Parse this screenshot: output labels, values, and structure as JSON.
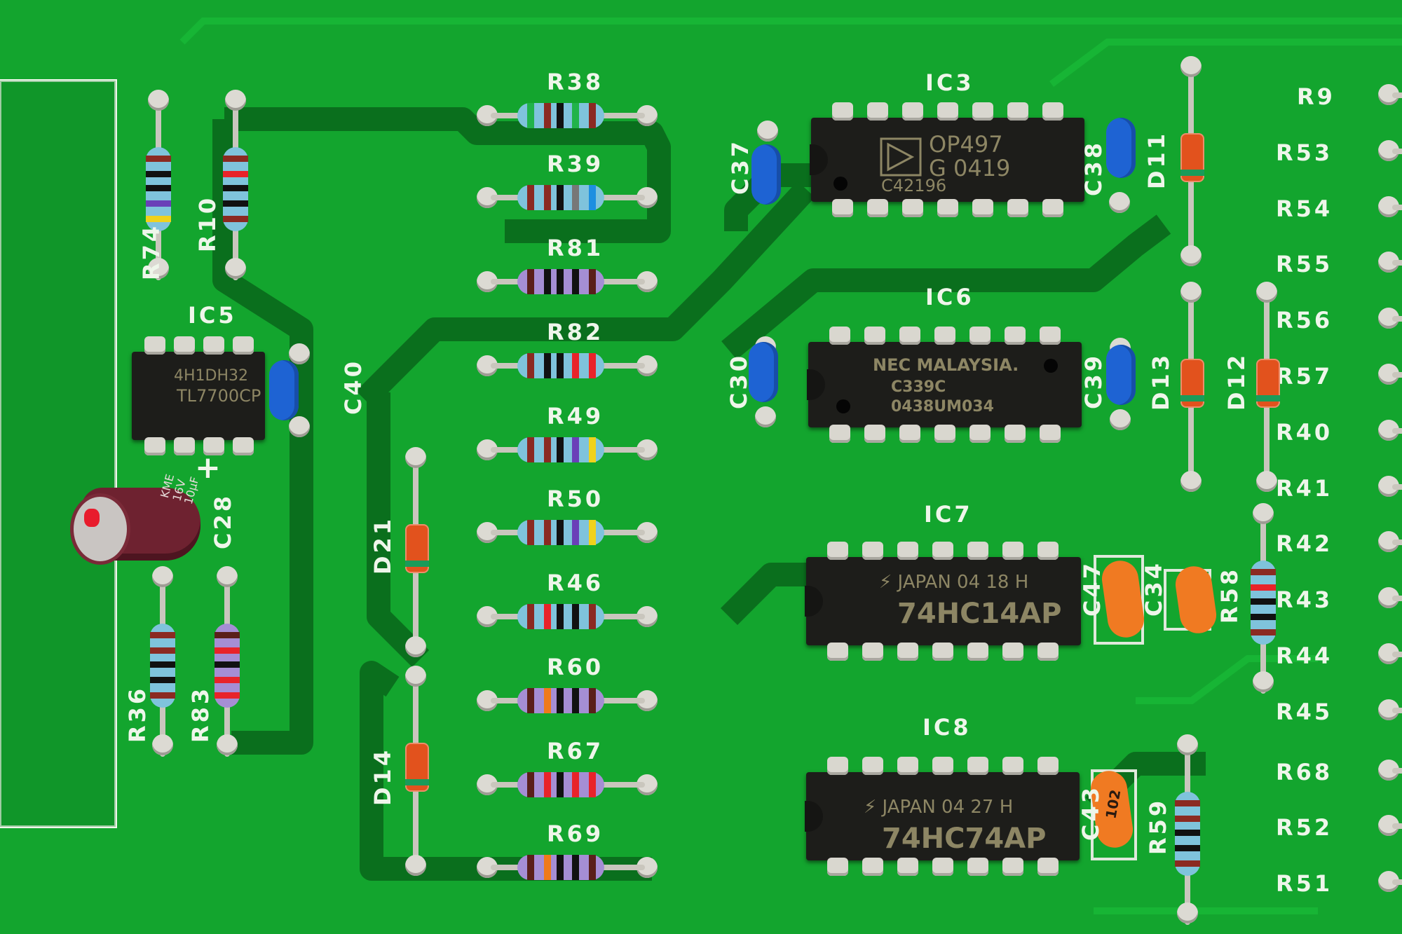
{
  "scene": {
    "subject": "Green printed circuit board close-up with through-hole components",
    "board_color": "#13a52e",
    "silkscreen_color": "#eef6ea"
  },
  "ics": [
    {
      "ref": "IC3",
      "marking": [
        "OP497",
        "G 0419",
        "C42196"
      ],
      "logo": "analog-devices-logo",
      "pins": 14
    },
    {
      "ref": "IC6",
      "marking": [
        "NEC MALAYSIA.",
        "C339C",
        "0438UM034"
      ],
      "pins": 14
    },
    {
      "ref": "IC7",
      "marking": [
        "JAPAN 04 18 H",
        "74HC14AP"
      ],
      "logo": "toshiba-logo",
      "pins": 14
    },
    {
      "ref": "IC8",
      "marking": [
        "JAPAN 04 27 H",
        "74HC74AP"
      ],
      "logo": "toshiba-logo",
      "pins": 14
    },
    {
      "ref": "IC5",
      "marking": [
        "4H1DH32",
        "TL7700CP"
      ],
      "logo": "ti-logo",
      "pins": 8
    }
  ],
  "resistors_center": [
    {
      "ref": "R38",
      "body": "#7fc3dc",
      "bands": [
        "#21b34a",
        "#8b2a22",
        "#111111",
        "#21b34a",
        "#8b2a22"
      ]
    },
    {
      "ref": "R39",
      "body": "#7fc3dc",
      "bands": [
        "#8b2a22",
        "#8b2a22",
        "#111111",
        "#777777",
        "#1d8fe0"
      ]
    },
    {
      "ref": "R81",
      "body": "#a58ed4",
      "bands": [
        "#5a1f1a",
        "#111111",
        "#111111",
        "#111111",
        "#5a1f1a"
      ]
    },
    {
      "ref": "R82",
      "body": "#7fc3dc",
      "bands": [
        "#8b2a22",
        "#111111",
        "#111111",
        "#e8232a",
        "#e8232a"
      ]
    },
    {
      "ref": "R49",
      "body": "#7fc3dc",
      "bands": [
        "#8b2a22",
        "#8b2a22",
        "#111111",
        "#6a3fb8",
        "#f0d21c"
      ]
    },
    {
      "ref": "R50",
      "body": "#7fc3dc",
      "bands": [
        "#8b2a22",
        "#8b2a22",
        "#111111",
        "#6a3fb8",
        "#f0d21c"
      ]
    },
    {
      "ref": "R46",
      "body": "#7fc3dc",
      "bands": [
        "#8b2a22",
        "#e8232a",
        "#111111",
        "#111111",
        "#8b2a22"
      ]
    },
    {
      "ref": "R60",
      "body": "#a58ed4",
      "bands": [
        "#5a1f1a",
        "#f07a1a",
        "#111111",
        "#111111",
        "#5a1f1a"
      ]
    },
    {
      "ref": "R67",
      "body": "#a58ed4",
      "bands": [
        "#5a1f1a",
        "#e8232a",
        "#111111",
        "#e8232a",
        "#e8232a"
      ]
    },
    {
      "ref": "R69",
      "body": "#a58ed4",
      "bands": [
        "#5a1f1a",
        "#f07a1a",
        "#111111",
        "#111111",
        "#5a1f1a"
      ]
    }
  ],
  "resistors_vertical": [
    {
      "ref": "R74",
      "body": "#7fc3dc",
      "bands": [
        "#8b2a22",
        "#111111",
        "#111111",
        "#6a3fb8",
        "#f0d21c"
      ]
    },
    {
      "ref": "R10",
      "body": "#7fc3dc",
      "bands": [
        "#8b2a22",
        "#e8232a",
        "#111111",
        "#111111",
        "#8b2a22"
      ]
    },
    {
      "ref": "R36",
      "body": "#7fc3dc",
      "bands": [
        "#8b2a22",
        "#8b2a22",
        "#111111",
        "#111111",
        "#8b2a22"
      ]
    },
    {
      "ref": "R83",
      "body": "#a58ed4",
      "bands": [
        "#5a1f1a",
        "#e8232a",
        "#111111",
        "#e8232a",
        "#e8232a"
      ]
    },
    {
      "ref": "R58",
      "body": "#7fc3dc",
      "bands": [
        "#8b2a22",
        "#e8232a",
        "#111111",
        "#111111",
        "#8b2a22"
      ]
    },
    {
      "ref": "R59",
      "body": "#7fc3dc",
      "bands": [
        "#8b2a22",
        "#8b2a22",
        "#111111",
        "#111111",
        "#8b2a22"
      ]
    }
  ],
  "edge_labels": [
    "R9",
    "R53",
    "R54",
    "R55",
    "R56",
    "R57",
    "R40",
    "R41",
    "R42",
    "R43",
    "R44",
    "R45",
    "R68",
    "R52",
    "R51"
  ],
  "capacitors": {
    "blue": [
      "C37",
      "C38",
      "C30",
      "C39",
      "C40"
    ],
    "ceramic": [
      {
        "ref": "C47"
      },
      {
        "ref": "C34"
      },
      {
        "ref": "C43",
        "marking": "102"
      }
    ],
    "electrolytic": {
      "ref": "C28",
      "marking": [
        "KME",
        "16V",
        "10µF"
      ],
      "polarity_mark": "+"
    }
  },
  "diodes": [
    "D11",
    "D13",
    "D12",
    "D21",
    "D14"
  ]
}
